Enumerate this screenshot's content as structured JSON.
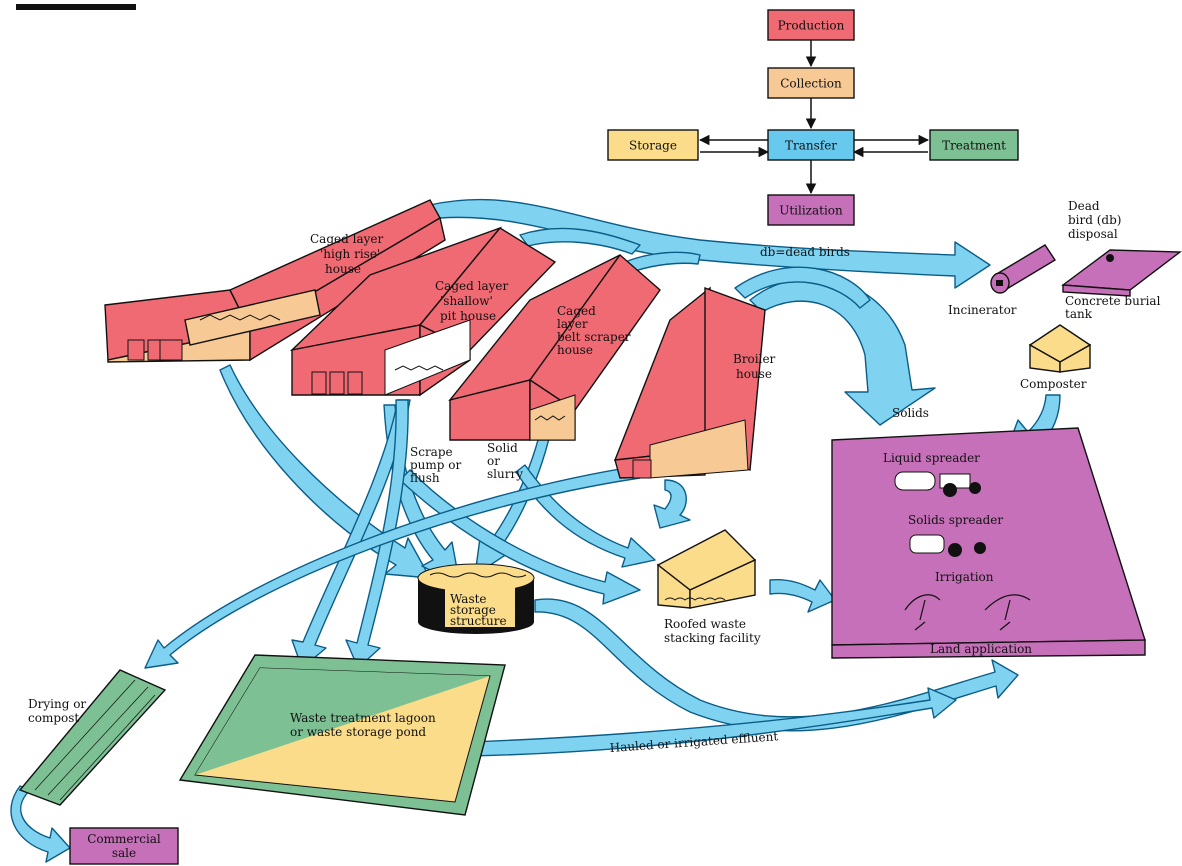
{
  "flowchart": {
    "production": "Production",
    "collection": "Collection",
    "transfer": "Transfer",
    "storage": "Storage",
    "treatment": "Treatment",
    "utilization": "Utilization"
  },
  "houses": {
    "high_rise": [
      "Caged layer",
      "'high rise'",
      "house"
    ],
    "shallow_pit": [
      "Caged layer",
      "'shallow'",
      "pit house"
    ],
    "belt_scraper": [
      "Caged",
      "layer",
      "belt scraper",
      "house"
    ],
    "broiler": [
      "Broiler",
      "house"
    ]
  },
  "dead_bird": {
    "title": [
      "Dead",
      "bird (db)",
      "disposal"
    ],
    "note": "db=dead birds",
    "incinerator": "Incinerator",
    "burial_tank": [
      "Concrete burial",
      "tank"
    ],
    "composter": "Composter"
  },
  "land": {
    "solids_arrow": "Solids",
    "liquid_spreader": "Liquid spreader",
    "solids_spreader": "Solids spreader",
    "irrigation": "Irrigation",
    "land_application": "Land application"
  },
  "labels": {
    "scrape": [
      "Scrape",
      "pump or",
      "flush"
    ],
    "solid_slurry": [
      "Solid",
      "or",
      "slurry"
    ],
    "waste_storage": [
      "Waste",
      "storage",
      "structure"
    ],
    "roofed": [
      "Roofed waste",
      "stacking facility"
    ],
    "lagoon": [
      "Waste treatment lagoon",
      "or waste storage pond"
    ],
    "effluent": "Hauled or irrigated effluent",
    "drying": [
      "Drying or",
      "compost"
    ],
    "commercial": [
      "Commercial",
      "sale"
    ]
  },
  "colors": {
    "production": "#f06a73",
    "collection": "#f7c995",
    "transfer": "#67c9ee",
    "storage": "#fbdc8a",
    "treatment": "#7cc093",
    "utilization": "#c670b9",
    "flow_arrow": "#7fd3f1",
    "house_roof": "#f06a73"
  }
}
